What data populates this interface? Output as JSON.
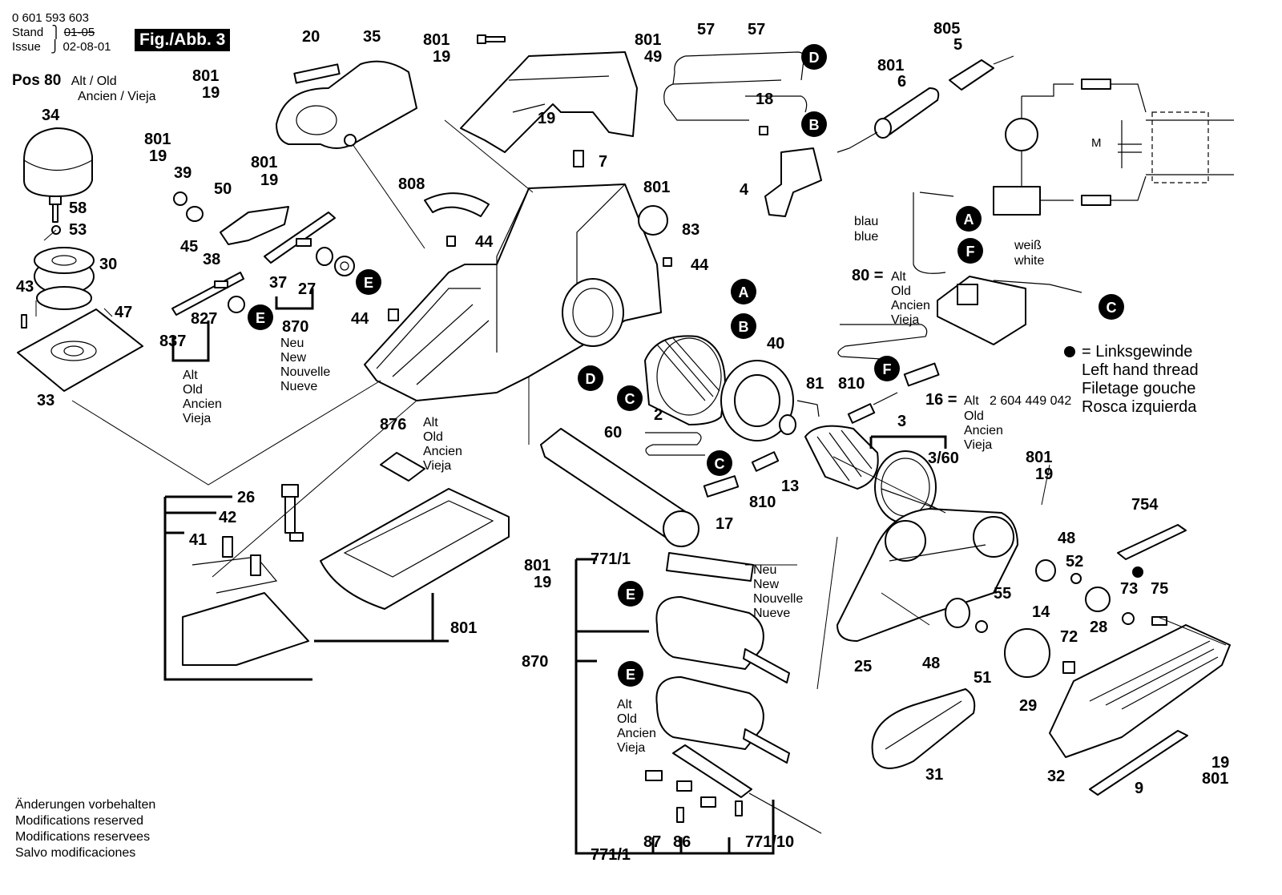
{
  "header": {
    "doc_number": "0 601 593 603",
    "stand_label": "Stand",
    "stand_old": "01-05",
    "issue_label": "Issue",
    "issue_date": "02-08-01",
    "figure": "Fig./Abb. 3"
  },
  "pos_note": {
    "pos": "Pos 80",
    "line1": "Alt / Old",
    "line2": "Ancien / Vieja"
  },
  "legend": {
    "line1": "= Linksgewinde",
    "line2": "Left hand thread",
    "line3": "Filetage gouche",
    "line4": "Rosca izquierda"
  },
  "notes": [
    "Änderungen vorbehalten",
    "Modifications reserved",
    "Modifications reservees",
    "Salvo modificaciones"
  ],
  "words": {
    "alt": "Alt",
    "old": "Old",
    "ancien": "Ancien",
    "vieja": "Vieja",
    "neu": "Neu",
    "new": "New",
    "nouvelle": "Nouvelle",
    "nueve": "Nueve",
    "blau": "blau",
    "blue": "blue",
    "weiss": "weiß",
    "white": "white",
    "m": "M",
    "alt_part": "2 604 449 042"
  },
  "connectors": {
    "a": "A",
    "b": "B",
    "c": "C",
    "d": "D",
    "e": "E",
    "f": "F"
  },
  "parts": {
    "p2": "2",
    "p3": "3",
    "p3_60": "3/60",
    "p4": "4",
    "p5": "5",
    "p6": "6",
    "p7": "7",
    "p9": "9",
    "p13": "13",
    "p14": "14",
    "p16": "16 =",
    "p17": "17",
    "p18": "18",
    "p19": "19",
    "p20": "20",
    "p25": "25",
    "p26": "26",
    "p27": "27",
    "p28": "28",
    "p29": "29",
    "p30": "30",
    "p31": "31",
    "p32": "32",
    "p33": "33",
    "p34": "34",
    "p35": "35",
    "p37": "37",
    "p38": "38",
    "p39": "39",
    "p40": "40",
    "p41": "41",
    "p42": "42",
    "p43": "43",
    "p44": "44",
    "p45": "45",
    "p47": "47",
    "p48": "48",
    "p49": "49",
    "p50": "50",
    "p51": "51",
    "p52": "52",
    "p53": "53",
    "p55": "55",
    "p57": "57",
    "p58": "58",
    "p60": "60",
    "p72": "72",
    "p73": "73",
    "p75": "75",
    "p80": "80 =",
    "p81": "81",
    "p83": "83",
    "p86": "86",
    "p87": "87",
    "p754": "754",
    "p771_1": "771/1",
    "p771_10": "771/10",
    "p801": "801",
    "p805": "805",
    "p808": "808",
    "p810": "810",
    "p827": "827",
    "p837": "837",
    "p870": "870",
    "p876": "876"
  }
}
